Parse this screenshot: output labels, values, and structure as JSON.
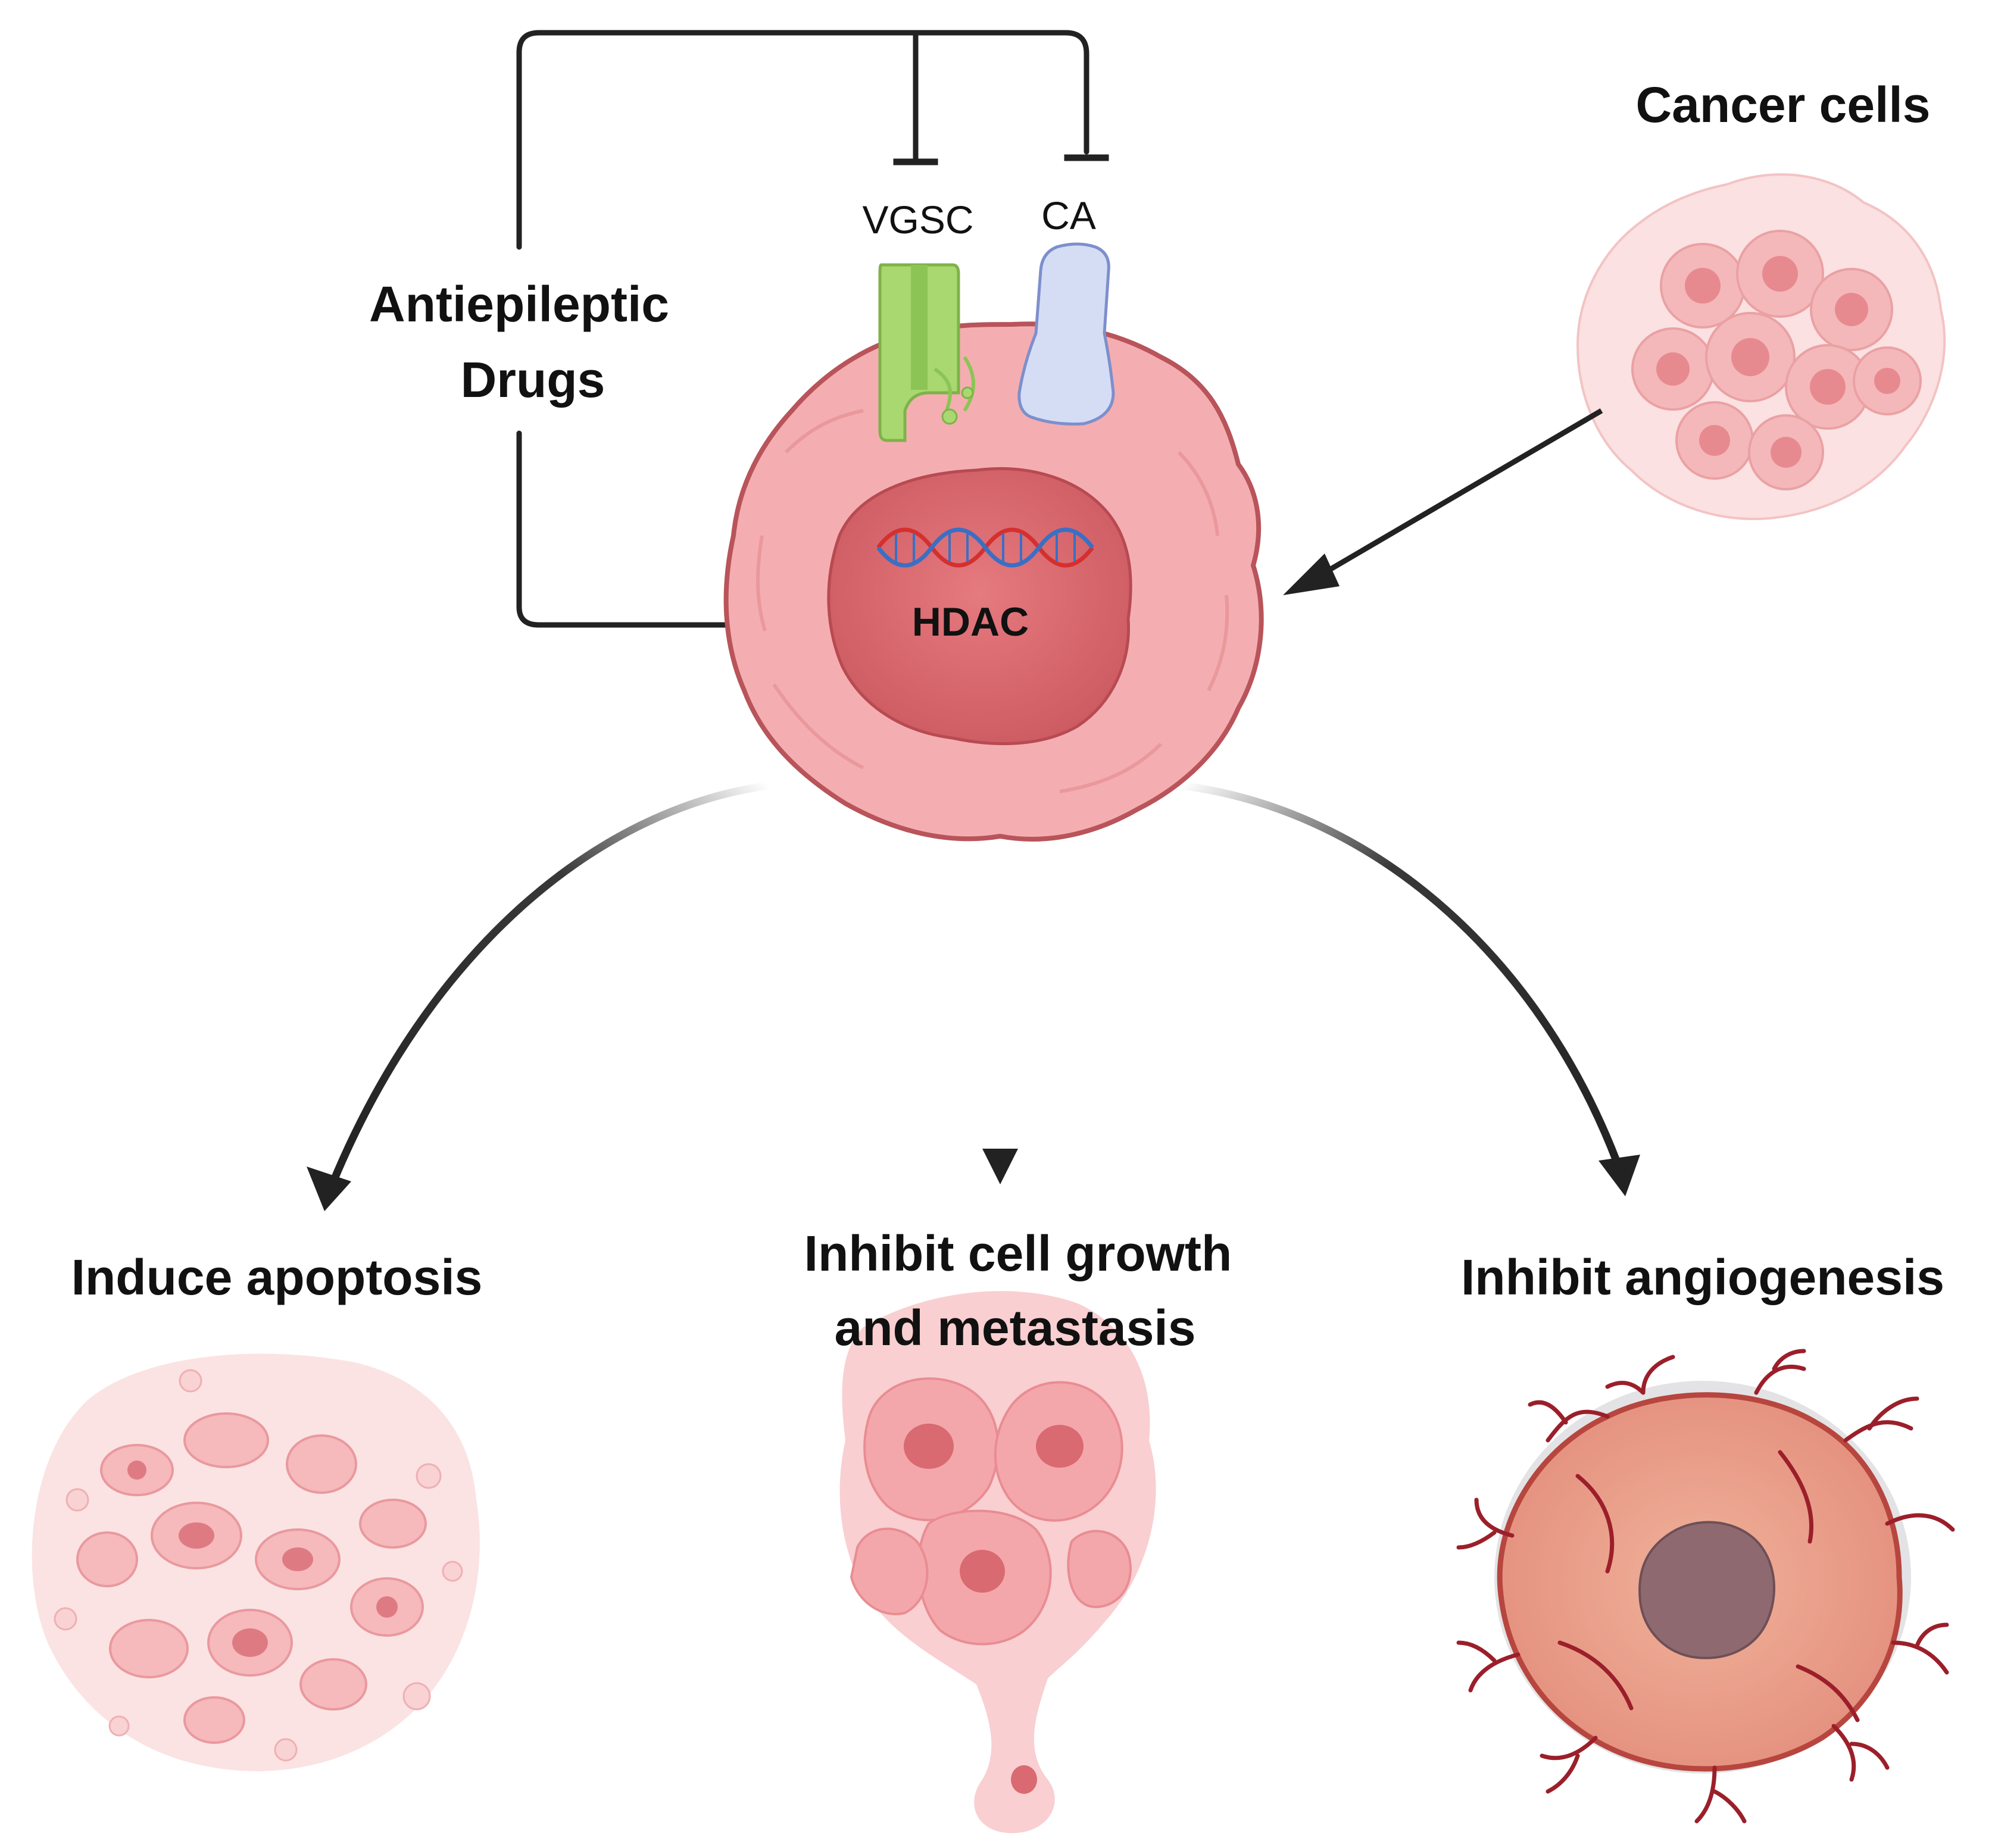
{
  "drug": {
    "line1": "Antiepileptic",
    "line2": "Drugs"
  },
  "targets": {
    "vgsc": "VGSC",
    "ca": "CA",
    "hdac": "HDAC"
  },
  "source": {
    "label": "Cancer cells"
  },
  "outcomes": {
    "apoptosis": {
      "line1": "Induce apoptosis"
    },
    "growth": {
      "line1": "Inhibit cell growth",
      "line2": "and metastasis"
    },
    "angiogenesis": {
      "line1": "Inhibit angiogenesis"
    }
  },
  "colors": {
    "cell_outer": "#f2a7aa",
    "cell_edge": "#b8545a",
    "nucleus": "#d9686e",
    "vgsc": "#a8d86f",
    "ca": "#d5ddf5",
    "dna_red": "#d4302f",
    "dna_blue": "#3a6fc4",
    "vessel": "#9b1f2a",
    "arrow": "#222222"
  }
}
